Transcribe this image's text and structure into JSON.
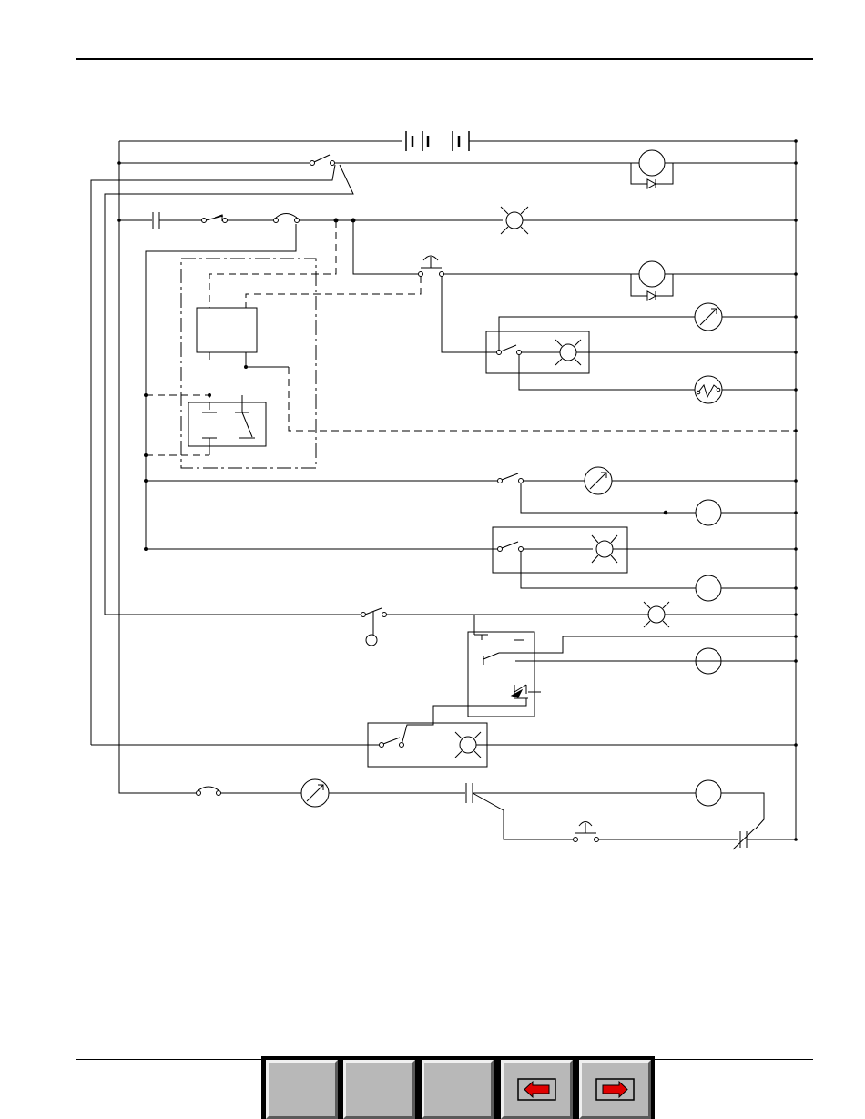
{
  "diagram": {
    "description_free": true,
    "line_color": "#000000",
    "symbols": [
      "battery-icon",
      "motor-icon",
      "diode-icon",
      "lamp-icon",
      "meter-icon",
      "heater-icon",
      "switch-icon",
      "push-button-icon",
      "capacitor-icon",
      "relay-coil-icon",
      "junction-box-icon"
    ]
  },
  "nav": {
    "buttons": [
      {
        "icon": "blank",
        "enabled": false
      },
      {
        "icon": "blank",
        "enabled": false
      },
      {
        "icon": "blank",
        "enabled": false
      },
      {
        "icon": "prev-arrow-icon",
        "enabled": true
      },
      {
        "icon": "next-arrow-icon",
        "enabled": true
      }
    ],
    "arrow_color": "#e00000",
    "button_face": "#b8b8b8"
  }
}
